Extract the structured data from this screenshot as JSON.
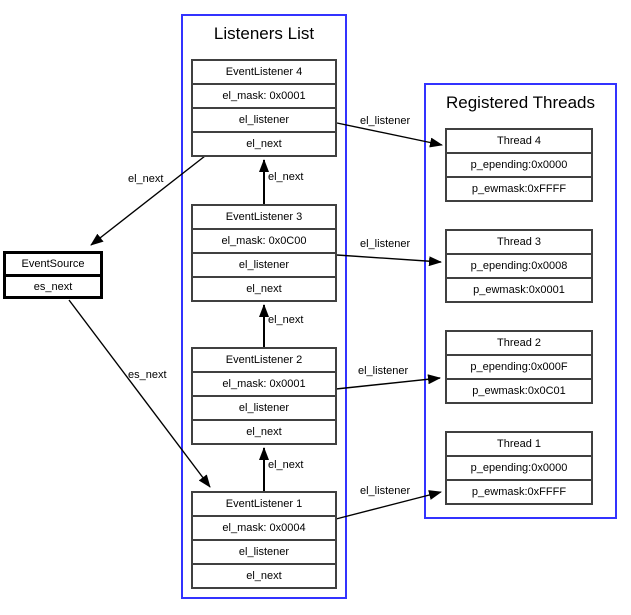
{
  "groups": {
    "listeners": {
      "title": "Listeners List"
    },
    "threads": {
      "title": "Registered Threads"
    }
  },
  "event_source": {
    "title": "EventSource",
    "fields": [
      "es_next"
    ]
  },
  "listeners": {
    "nodes": [
      {
        "title": "EventListener 4",
        "rows": [
          "el_mask: 0x0001",
          "el_listener",
          "el_next"
        ]
      },
      {
        "title": "EventListener 3",
        "rows": [
          "el_mask: 0x0C00",
          "el_listener",
          "el_next"
        ]
      },
      {
        "title": "EventListener 2",
        "rows": [
          "el_mask: 0x0001",
          "el_listener",
          "el_next"
        ]
      },
      {
        "title": "EventListener 1",
        "rows": [
          "el_mask: 0x0004",
          "el_listener",
          "el_next"
        ]
      }
    ]
  },
  "threads": {
    "nodes": [
      {
        "title": "Thread 4",
        "rows": [
          "p_epending:0x0000",
          "p_ewmask:0xFFFF"
        ]
      },
      {
        "title": "Thread 3",
        "rows": [
          "p_epending:0x0008",
          "p_ewmask:0x0001"
        ]
      },
      {
        "title": "Thread 2",
        "rows": [
          "p_epending:0x000F",
          "p_ewmask:0x0C01"
        ]
      },
      {
        "title": "Thread 1",
        "rows": [
          "p_epending:0x0000",
          "p_ewmask:0xFFFF"
        ]
      }
    ]
  },
  "edges": [
    {
      "name": "el-next-listener4-to-eventsource",
      "label": "el_next"
    },
    {
      "name": "es-next-eventsource-to-listener1",
      "label": "es_next"
    },
    {
      "name": "el-next-listener3-to-listener4",
      "label": "el_next"
    },
    {
      "name": "el-next-listener2-to-listener3",
      "label": "el_next"
    },
    {
      "name": "el-next-listener1-to-listener2",
      "label": "el_next"
    },
    {
      "name": "el-listener-4-to-thread4",
      "label": "el_listener"
    },
    {
      "name": "el-listener-3-to-thread3",
      "label": "el_listener"
    },
    {
      "name": "el-listener-2-to-thread2",
      "label": "el_listener"
    },
    {
      "name": "el-listener-1-to-thread1",
      "label": "el_listener"
    }
  ],
  "colors": {
    "container_border": "#3333ff",
    "node_border": "#404040",
    "event_source_border": "#000000",
    "edge_line": "#000000",
    "background": "#ffffff",
    "text": "#000000"
  }
}
